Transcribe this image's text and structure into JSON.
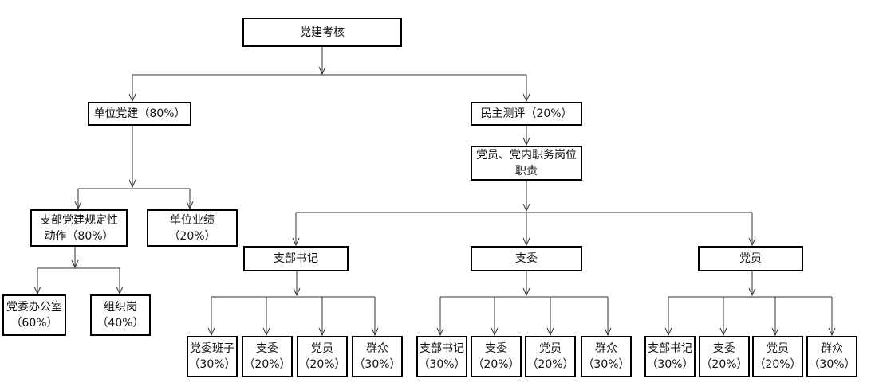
{
  "diagram": {
    "root": {
      "label": "党建考核"
    },
    "unit": {
      "line1": "单位党建（80%）"
    },
    "demo": {
      "line1": "民主测评（20%）"
    },
    "duty": {
      "line1": "党员、党内职务岗位",
      "line2": "职责"
    },
    "branch_rules": {
      "line1": "支部党建规定性",
      "line2": "动作（80%）"
    },
    "unit_perf": {
      "line1": "单位业绩",
      "line2": "（20%）"
    },
    "office": {
      "line1": "党委办公室",
      "line2": "（60%）"
    },
    "org": {
      "line1": "组织岗",
      "line2": "（40%）"
    },
    "sec": {
      "label": "支部书记"
    },
    "com": {
      "label": "支委"
    },
    "mem": {
      "label": "党员"
    },
    "sec_children": [
      {
        "line1": "党委班子",
        "line2": "（30%）"
      },
      {
        "line1": "支委",
        "line2": "（20%）"
      },
      {
        "line1": "党员",
        "line2": "（20%）"
      },
      {
        "line1": "群众",
        "line2": "（30%）"
      }
    ],
    "com_children": [
      {
        "line1": "支部书记",
        "line2": "（30%）"
      },
      {
        "line1": "支委",
        "line2": "（20%）"
      },
      {
        "line1": "党员",
        "line2": "（20%）"
      },
      {
        "line1": "群众",
        "line2": "（30%）"
      }
    ],
    "mem_children": [
      {
        "line1": "支部书记",
        "line2": "（30%）"
      },
      {
        "line1": "支委",
        "line2": "（20%）"
      },
      {
        "line1": "党员",
        "line2": "（20%）"
      },
      {
        "line1": "群众",
        "line2": "（30%）"
      }
    ]
  }
}
